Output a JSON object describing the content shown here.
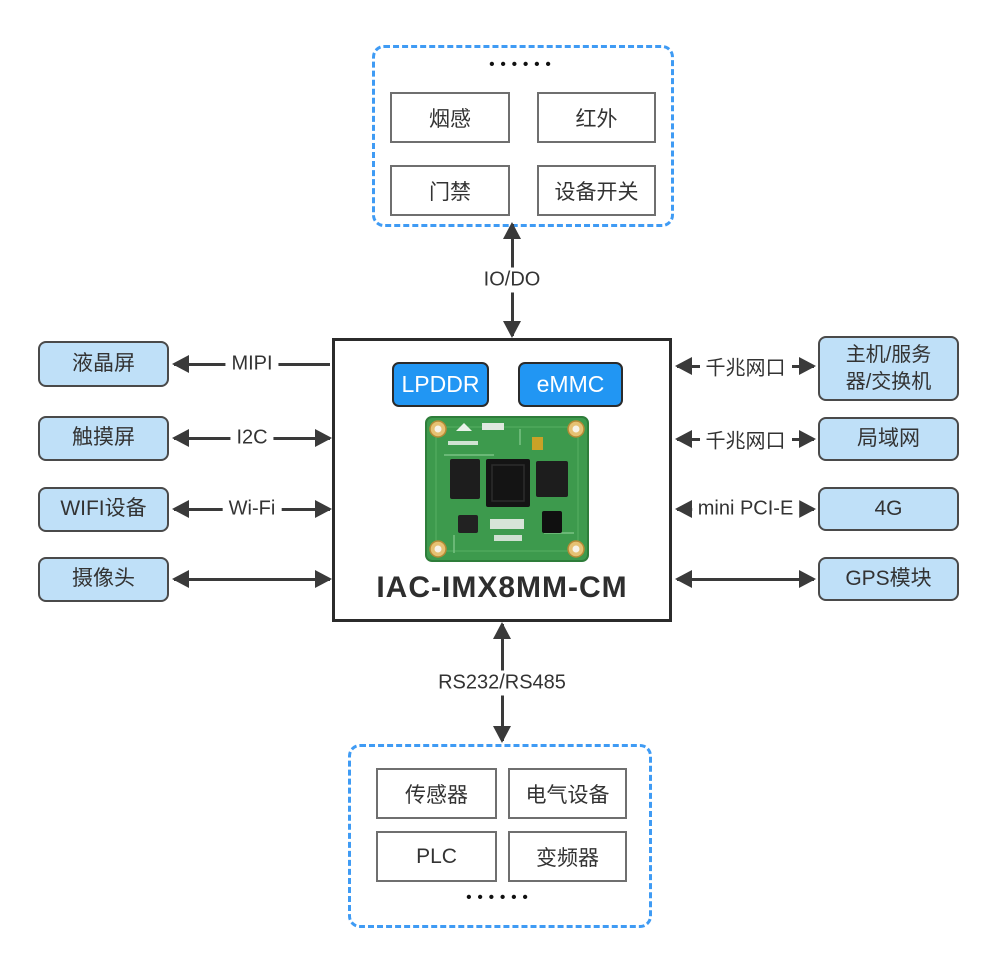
{
  "colors": {
    "accent_blue": "#2196f3",
    "device_box_fill": "#bfe0f8",
    "dashed_border_blue": "#3f9bf4",
    "arrow_gray": "#3a3a3a",
    "pcb_green": "#3d9a4d"
  },
  "board": {
    "title": "IAC-IMX8MM-CM",
    "chips": [
      "LPDDR",
      "eMMC"
    ]
  },
  "top_group": {
    "dots": "••••••",
    "boxes": [
      "烟感",
      "红外",
      "门禁",
      "设备开关"
    ]
  },
  "bottom_group": {
    "dots": "••••••",
    "boxes": [
      "传感器",
      "电气设备",
      "PLC",
      "变频器"
    ]
  },
  "left_devices": [
    "液晶屏",
    "触摸屏",
    "WIFI设备",
    "摄像头"
  ],
  "right_devices": [
    "主机/服务器/交换机",
    "局域网",
    "4G",
    "GPS模块"
  ],
  "connections": {
    "io_top": "IO/DO",
    "serial_bottom": "RS232/RS485",
    "left": [
      "MIPI",
      "I2C",
      "Wi-Fi",
      ""
    ],
    "right": [
      "千兆网口",
      "千兆网口",
      "mini PCI-E",
      ""
    ]
  }
}
